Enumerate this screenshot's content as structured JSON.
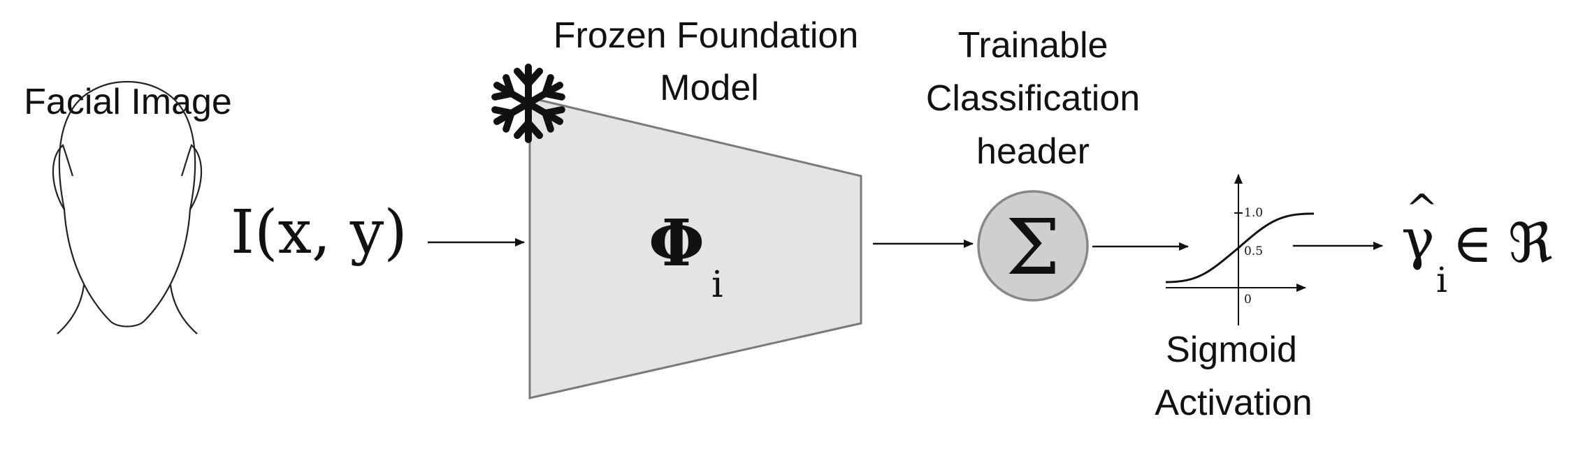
{
  "nodes": {
    "facial_image": {
      "label": "Facial Image"
    },
    "input_symbol": {
      "text": "I(x, y)"
    },
    "foundation_model": {
      "label_line1": "Frozen Foundation",
      "label_line2": "Model",
      "symbol": "Φ",
      "subscript": "i",
      "frozen_icon": "snowflake-icon"
    },
    "classification_header": {
      "label_line1": "Trainable",
      "label_line2": "Classification",
      "label_line3": "header",
      "symbol": "Σ"
    },
    "sigmoid": {
      "label_line1": "Sigmoid",
      "label_line2": "Activation",
      "tick_top": "1.0",
      "tick_mid": "0.5",
      "tick_origin": "0"
    },
    "output": {
      "symbol": "γ",
      "hat": "^",
      "subscript": "i",
      "element_of": "∈",
      "set": "ℜ"
    }
  },
  "colors": {
    "model_fill": "#e4e4e4",
    "model_stroke": "#7a7a7a",
    "sigma_fill": "#cfcfcf",
    "sigma_stroke": "#888888",
    "ink": "#111111"
  }
}
